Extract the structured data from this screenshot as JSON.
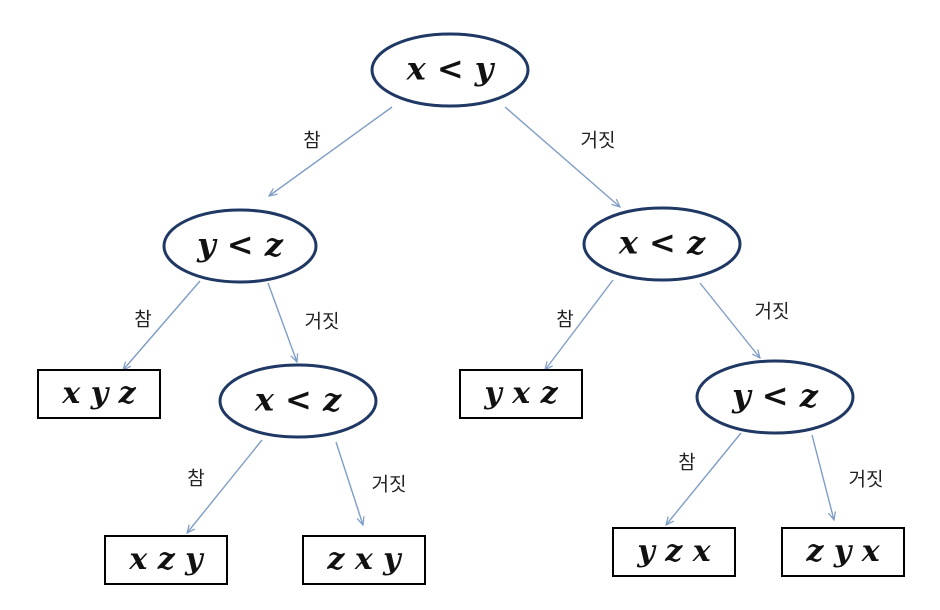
{
  "colors": {
    "edge": "#7F9DC5",
    "node_border": "#1F3864",
    "box_border": "#000000",
    "text": "#111111"
  },
  "edge_labels": {
    "true": "참",
    "false": "거짓"
  },
  "nodes": [
    {
      "id": "root",
      "kind": "decision",
      "label": "x < y"
    },
    {
      "id": "left",
      "kind": "decision",
      "label": "y < z"
    },
    {
      "id": "right",
      "kind": "decision",
      "label": "x < z"
    },
    {
      "id": "left-false",
      "kind": "decision",
      "label": "x < z"
    },
    {
      "id": "right-false",
      "kind": "decision",
      "label": "y < z"
    },
    {
      "id": "leaf-xyz",
      "kind": "result",
      "label": "x y z"
    },
    {
      "id": "leaf-xzy",
      "kind": "result",
      "label": "x z y"
    },
    {
      "id": "leaf-zxy",
      "kind": "result",
      "label": "z x y"
    },
    {
      "id": "leaf-yxz",
      "kind": "result",
      "label": "y x z"
    },
    {
      "id": "leaf-yzx",
      "kind": "result",
      "label": "y z x"
    },
    {
      "id": "leaf-zyx",
      "kind": "result",
      "label": "z y x"
    }
  ],
  "edges": [
    {
      "from": "root",
      "to": "left",
      "label": "참"
    },
    {
      "from": "root",
      "to": "right",
      "label": "거짓"
    },
    {
      "from": "left",
      "to": "leaf-xyz",
      "label": "참"
    },
    {
      "from": "left",
      "to": "left-false",
      "label": "거짓"
    },
    {
      "from": "left-false",
      "to": "leaf-xzy",
      "label": "참"
    },
    {
      "from": "left-false",
      "to": "leaf-zxy",
      "label": "거짓"
    },
    {
      "from": "right",
      "to": "leaf-yxz",
      "label": "참"
    },
    {
      "from": "right",
      "to": "right-false",
      "label": "거짓"
    },
    {
      "from": "right-false",
      "to": "leaf-yzx",
      "label": "참"
    },
    {
      "from": "right-false",
      "to": "leaf-zyx",
      "label": "거짓"
    }
  ]
}
